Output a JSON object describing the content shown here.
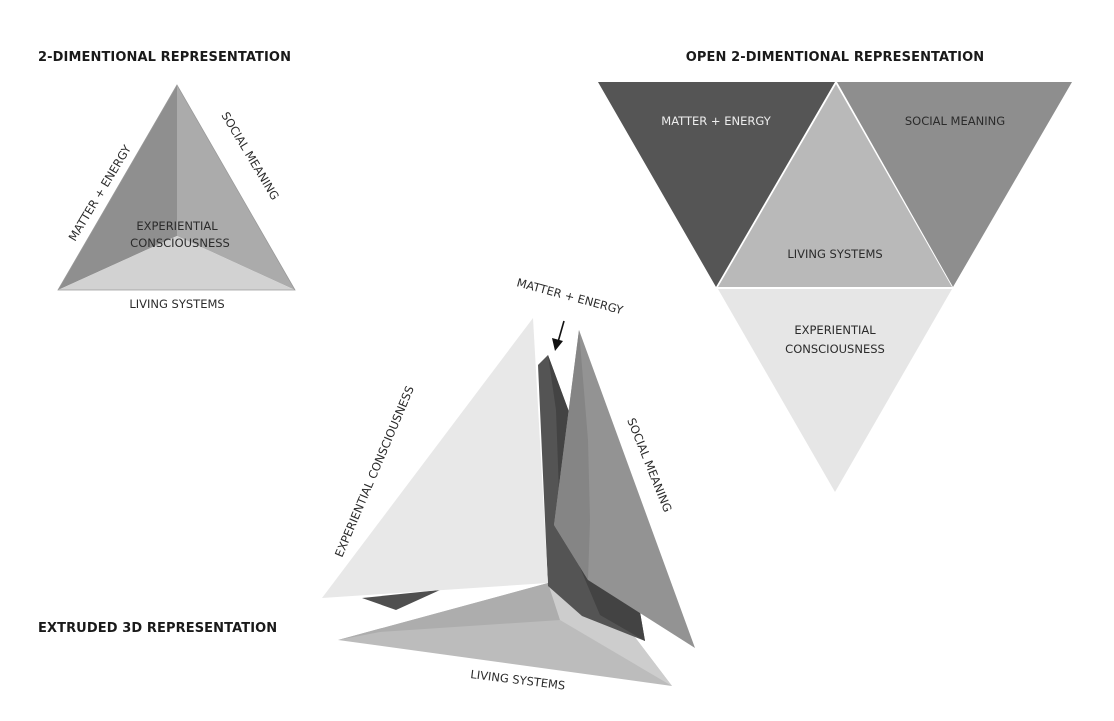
{
  "diagram": {
    "sections": {
      "two_d": {
        "title": "2-DIMENTIONAL REPRESENTATION",
        "labels": {
          "matter_energy": "MATTER + ENERGY",
          "social_meaning": "SOCIAL MEANING",
          "experiential_line1": "EXPERIENTIAL",
          "experiential_line2": "CONSCIOUSNESS",
          "living_systems": "LIVING SYSTEMS"
        }
      },
      "open_two_d": {
        "title": "OPEN 2-DIMENTIONAL REPRESENTATION",
        "labels": {
          "matter_energy": "MATTER + ENERGY",
          "social_meaning": "SOCIAL MEANING",
          "living_systems": "LIVING SYSTEMS",
          "experiential_line1": "EXPERIENTIAL",
          "experiential_line2": "CONSCIOUSNESS"
        }
      },
      "extruded_3d": {
        "title": "EXTRUDED 3D REPRESENTATION",
        "labels": {
          "matter_energy": "MATTER + ENERGY",
          "social_meaning": "SOCIAL MEANING",
          "experiential": "EXPERIENTIAL CONSCIOUSNESS",
          "living_systems": "LIVING SYSTEMS"
        },
        "pointer_icon": "arrow-down-icon"
      }
    },
    "colors": {
      "matter_energy": "#555555",
      "social_meaning": "#8e8e8e",
      "living_systems": "#b9b9b9",
      "experiential": "#e6e6e6",
      "face_left_2d": "#8f8f8f",
      "face_right_2d": "#ababab",
      "face_bottom_2d": "#d2d2d2",
      "text": "#2b2b2b"
    }
  }
}
